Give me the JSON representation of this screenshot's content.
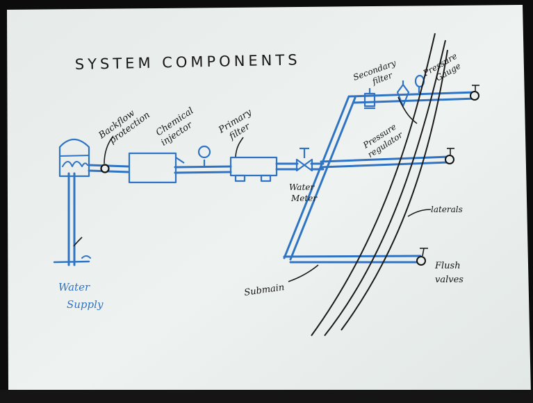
{
  "title": "SYSTEM COMPONENTS",
  "labels": {
    "backflow": [
      "Backflow",
      "protection"
    ],
    "chemical": [
      "Chemical",
      "injector"
    ],
    "primary": [
      "Primary",
      "filter"
    ],
    "secondary": [
      "Secondary",
      "filter"
    ],
    "gauge": [
      "Pressure",
      "Gauge"
    ],
    "regulator": [
      "Pressure",
      "regulator"
    ],
    "meter": [
      "Water",
      "Meter"
    ],
    "laterals": "laterals",
    "submain": "Submain",
    "flush": [
      "Flush",
      "valves"
    ],
    "supply": [
      "Water",
      "Supply"
    ]
  },
  "colors": {
    "board": "#e9eeec",
    "pipe": "#2f74c4",
    "ink": "#141414",
    "frame": "#0c0c0c"
  }
}
